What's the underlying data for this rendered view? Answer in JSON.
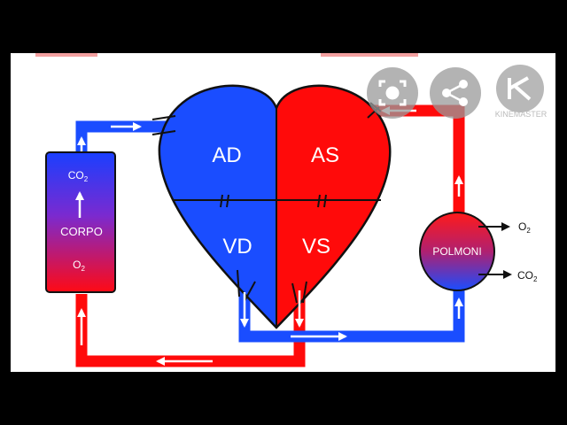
{
  "diagram": {
    "chambers": {
      "right_atrium": "AD",
      "left_atrium": "AS",
      "right_ventricle": "VD",
      "left_ventricle": "VS"
    },
    "body": {
      "label": "CORPO",
      "co2": "CO",
      "co2_sub": "2",
      "o2": "O",
      "o2_sub": "2"
    },
    "lungs": {
      "label": "POLMONI",
      "o2": "O",
      "o2_sub": "2",
      "co2": "CO",
      "co2_sub": "2"
    },
    "colors": {
      "oxygenated": "#ff0000",
      "deoxygenated": "#1a4dff",
      "outline": "#111111",
      "panel": "#ffffff",
      "backdrop": "#000000"
    }
  },
  "video_overlay": {
    "buttons": [
      "lens-icon",
      "share-icon",
      "kinemaster-icon"
    ],
    "watermark": "KINEMASTER"
  }
}
